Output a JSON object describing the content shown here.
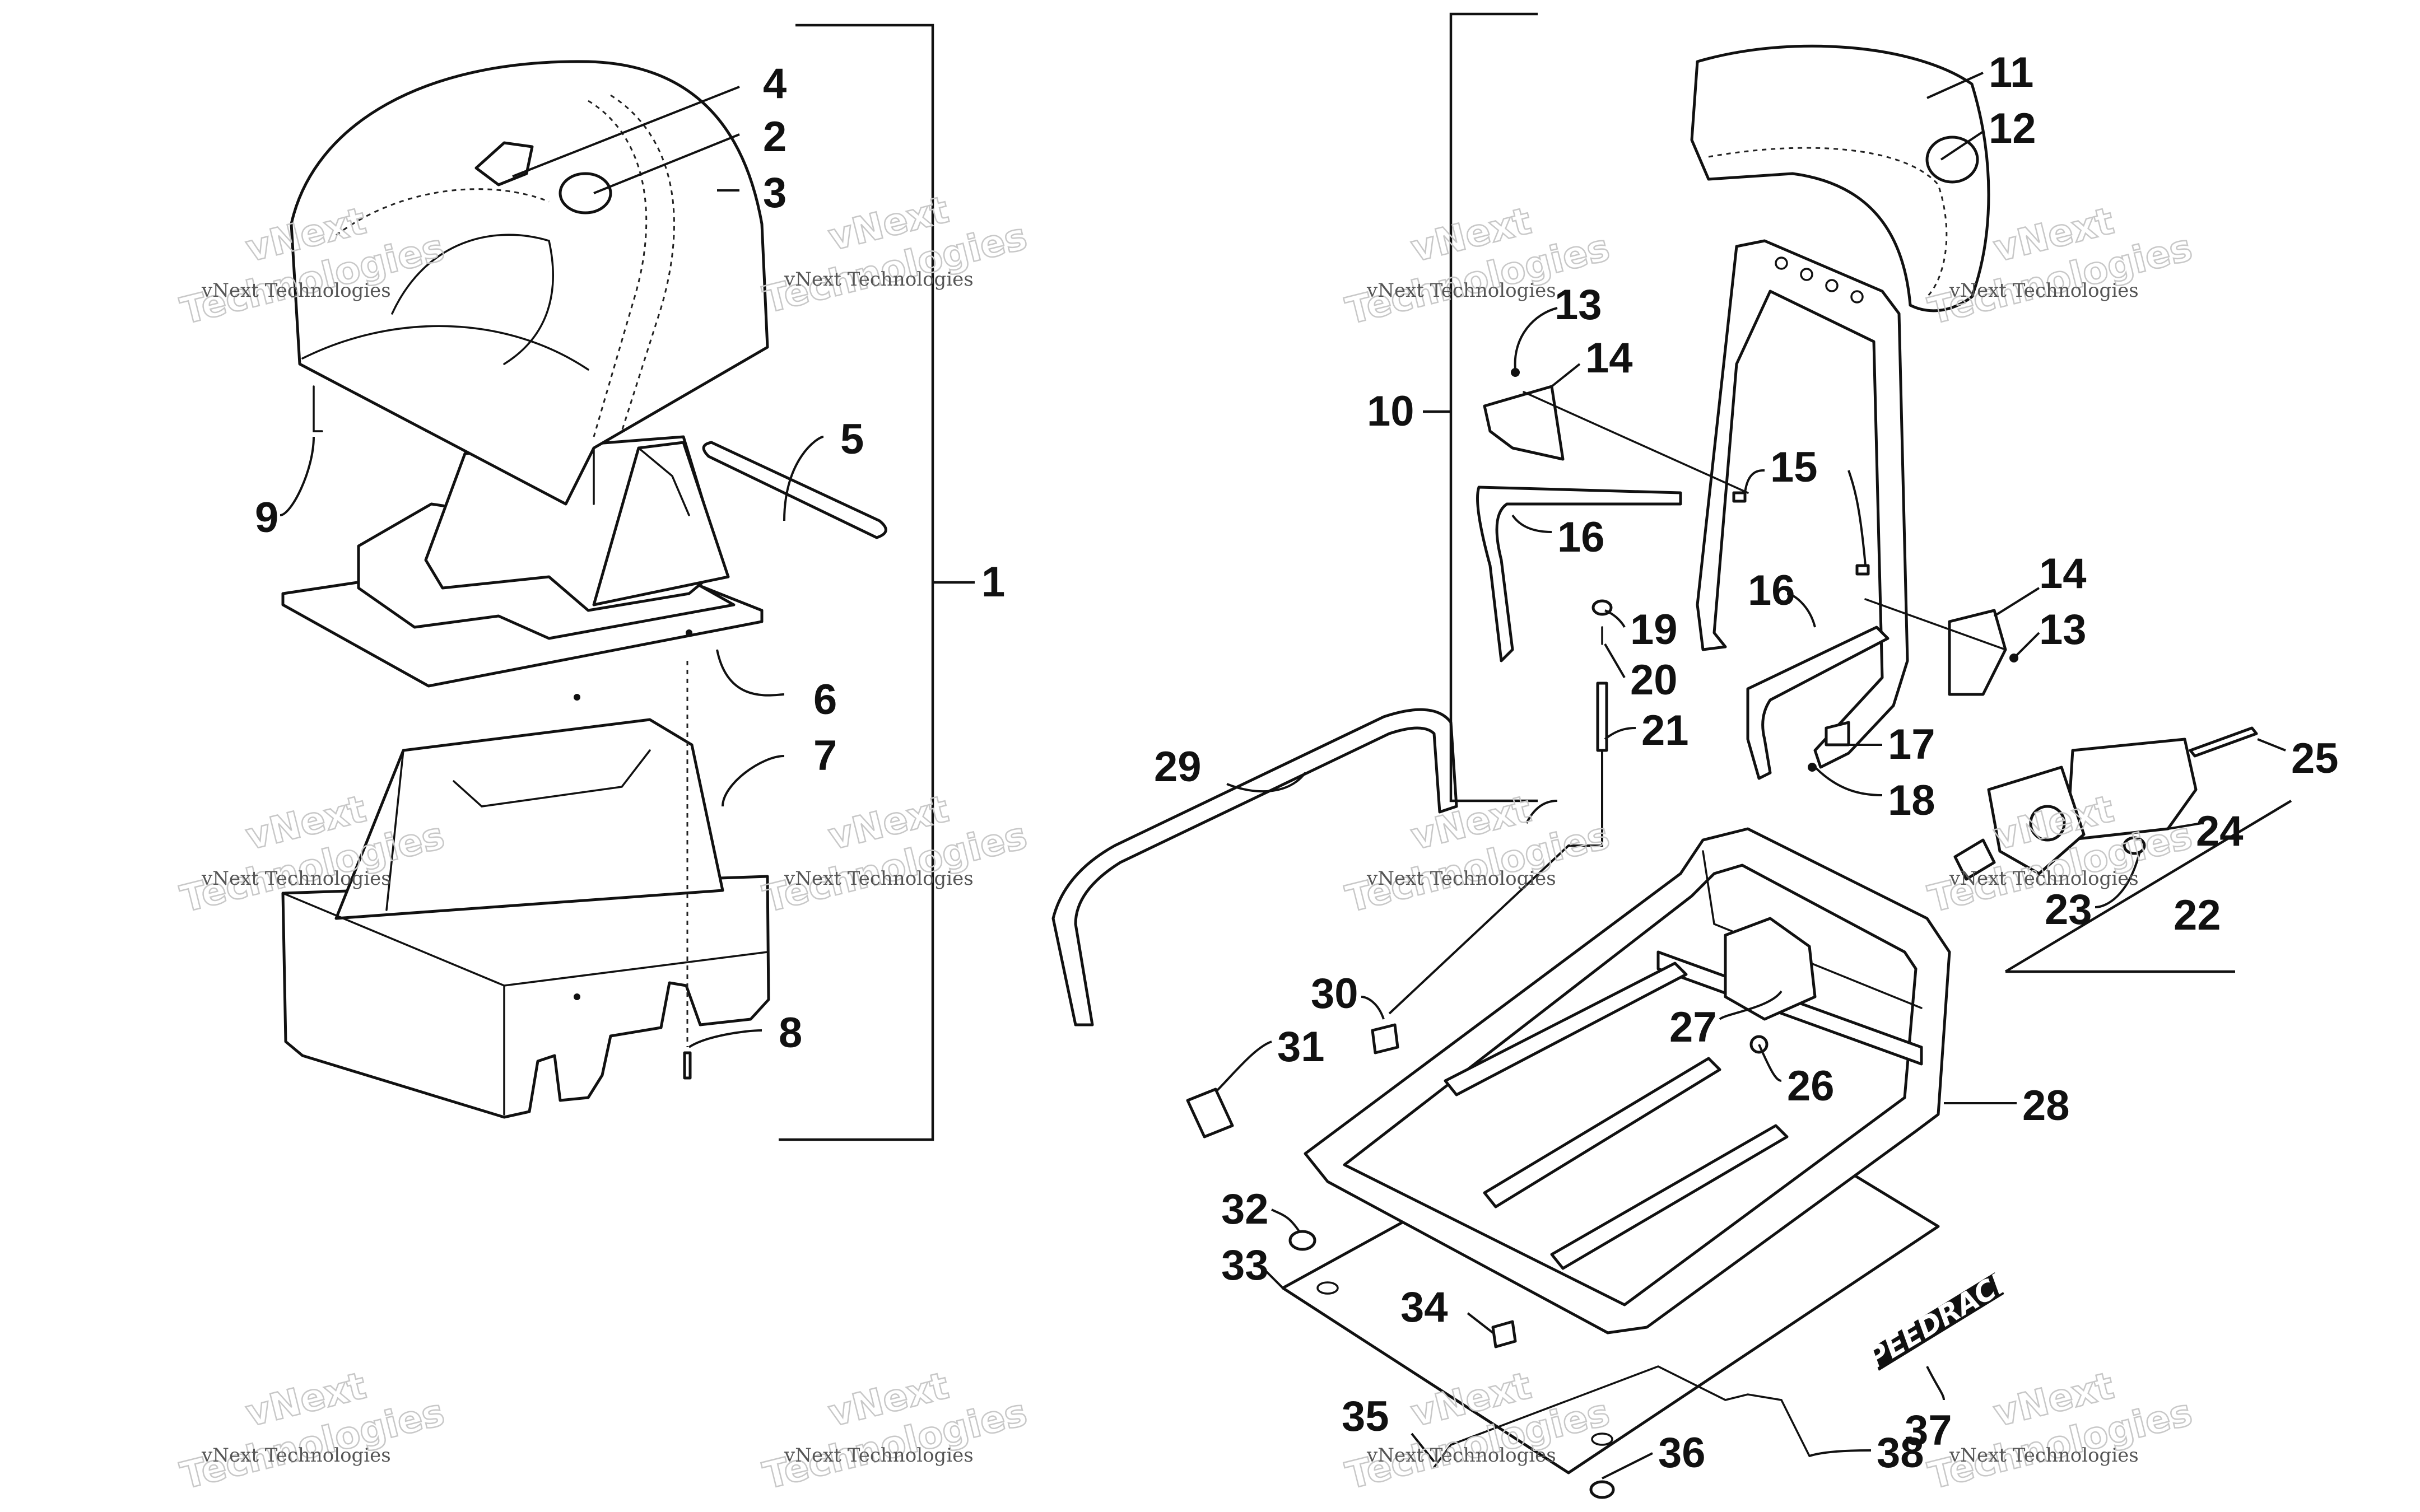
{
  "callouts": [
    {
      "id": "1",
      "label": "1"
    },
    {
      "id": "2",
      "label": "2"
    },
    {
      "id": "3",
      "label": "3"
    },
    {
      "id": "4",
      "label": "4"
    },
    {
      "id": "5",
      "label": "5"
    },
    {
      "id": "6",
      "label": "6"
    },
    {
      "id": "7",
      "label": "7"
    },
    {
      "id": "8",
      "label": "8"
    },
    {
      "id": "9",
      "label": "9"
    },
    {
      "id": "10",
      "label": "10"
    },
    {
      "id": "11",
      "label": "11"
    },
    {
      "id": "12",
      "label": "12"
    },
    {
      "id": "13a",
      "label": "13"
    },
    {
      "id": "13b",
      "label": "13"
    },
    {
      "id": "14a",
      "label": "14"
    },
    {
      "id": "14b",
      "label": "14"
    },
    {
      "id": "15",
      "label": "15"
    },
    {
      "id": "16a",
      "label": "16"
    },
    {
      "id": "16b",
      "label": "16"
    },
    {
      "id": "17",
      "label": "17"
    },
    {
      "id": "18",
      "label": "18"
    },
    {
      "id": "19",
      "label": "19"
    },
    {
      "id": "20",
      "label": "20"
    },
    {
      "id": "21",
      "label": "21"
    },
    {
      "id": "22",
      "label": "22"
    },
    {
      "id": "23",
      "label": "23"
    },
    {
      "id": "24",
      "label": "24"
    },
    {
      "id": "25",
      "label": "25"
    },
    {
      "id": "26",
      "label": "26"
    },
    {
      "id": "27",
      "label": "27"
    },
    {
      "id": "28",
      "label": "28"
    },
    {
      "id": "29",
      "label": "29"
    },
    {
      "id": "30",
      "label": "30"
    },
    {
      "id": "31",
      "label": "31"
    },
    {
      "id": "32",
      "label": "32"
    },
    {
      "id": "33",
      "label": "33"
    },
    {
      "id": "34",
      "label": "34"
    },
    {
      "id": "35",
      "label": "35"
    },
    {
      "id": "36",
      "label": "36"
    },
    {
      "id": "37",
      "label": "37"
    },
    {
      "id": "38",
      "label": "38"
    }
  ],
  "watermark": {
    "small": "vNext Technologies",
    "big_line1": "vNext",
    "big_line2": "Technologies"
  },
  "logo_decal": "SPEEDRACK"
}
